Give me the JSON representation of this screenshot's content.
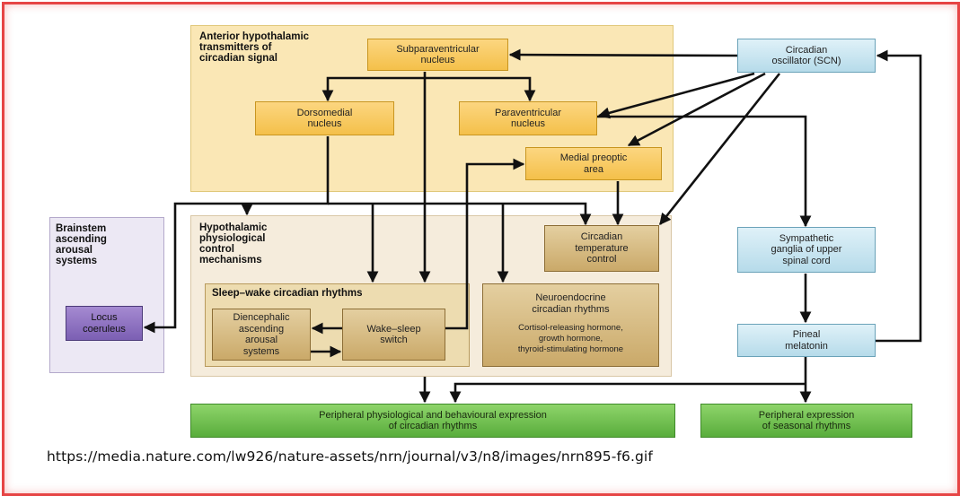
{
  "panels": {
    "anterior_title": "Anterior hypothalamic\ntransmitters of\ncircadian signal",
    "hypothalamic_title": "Hypothalamic\nphysiological\ncontrol\nmechanisms",
    "brainstem_title": "Brainstem\nascending\narousal\nsystems",
    "sleep_wake_title": "Sleep–wake circadian rhythms"
  },
  "nodes": {
    "subparaventricular": "Subparaventricular\nnucleus",
    "dorsomedial": "Dorsomedial\nnucleus",
    "paraventricular": "Paraventricular\nnucleus",
    "medial_preoptic": "Medial preoptic\narea",
    "scn": "Circadian\noscillator (SCN)",
    "sympathetic": "Sympathetic\nganglia of upper\nspinal cord",
    "pineal": "Pineal\nmelatonin",
    "temperature": "Circadian\ntemperature\ncontrol",
    "neuroendocrine_title": "Neuroendocrine\ncircadian rhythms",
    "neuroendocrine_detail": "Cortisol-releasing hormone,\ngrowth hormone,\nthyroid-stimulating hormone",
    "diencephalic": "Diencephalic\nascending\narousal\nsystems",
    "wake_sleep": "Wake–sleep\nswitch",
    "locus": "Locus\ncoeruleus",
    "peripheral_physio": "Peripheral physiological and behavioural expression\nof circadian rhythms",
    "peripheral_seasonal": "Peripheral expression\nof seasonal rhythms"
  },
  "source_url": "https://media.nature.com/lw926/nature-assets/nrn/journal/v3/n8/images/nrn895-f6.gif",
  "colors": {
    "frame": "#e64545",
    "anterior_panel": "#fae7b5",
    "yellow_box": "#f4c04a",
    "tan_box": "#caa969",
    "blue_box": "#b6dbea",
    "green_box": "#59ad3c",
    "purple_box": "#7b5fb3"
  }
}
